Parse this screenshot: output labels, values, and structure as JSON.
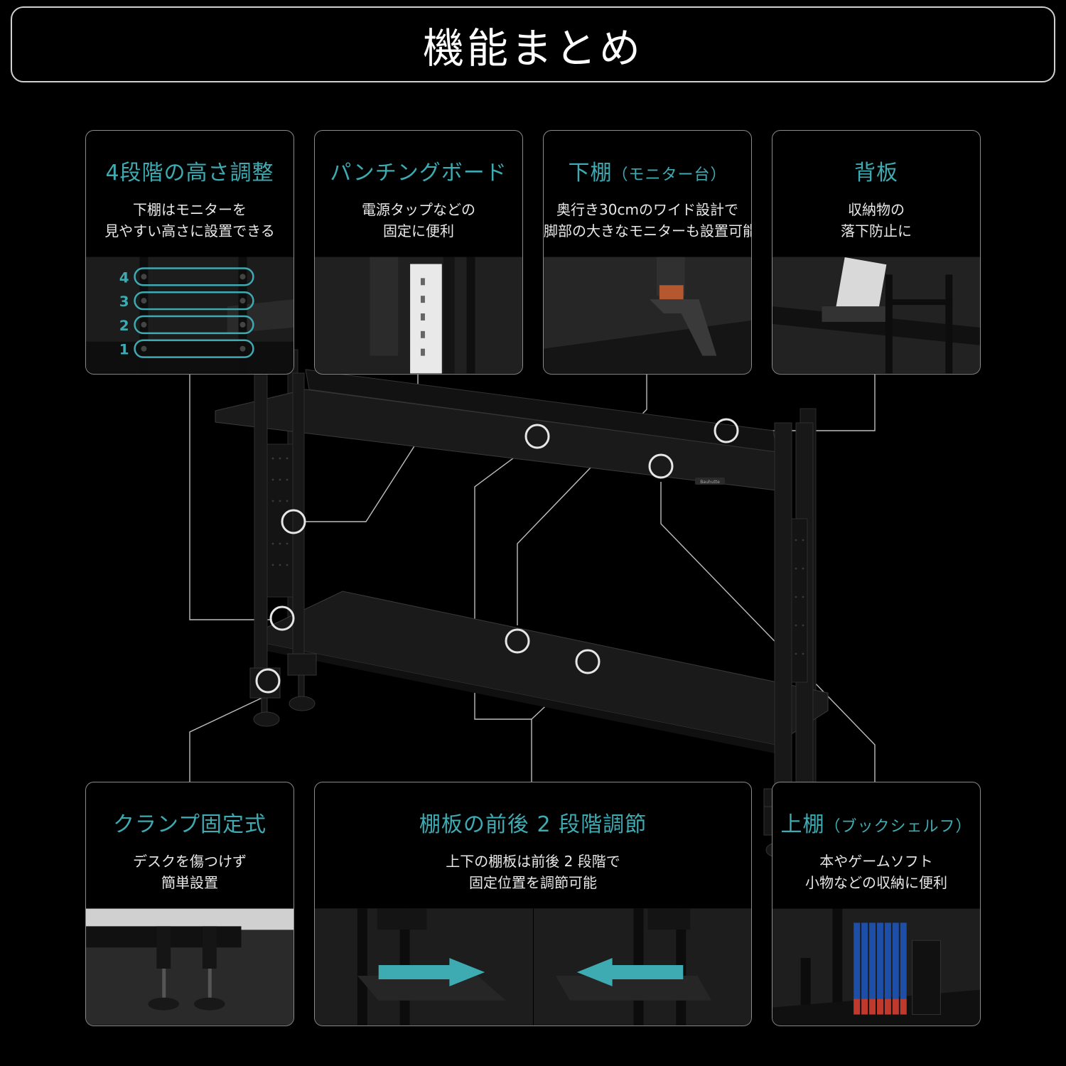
{
  "title": "機能まとめ",
  "top_cards": [
    {
      "title": "4段階の高さ調整",
      "line1": "下棚はモニターを",
      "line2": "見やすい高さに設置できる",
      "levels": [
        "4",
        "3",
        "2",
        "1"
      ]
    },
    {
      "title": "パンチングボード",
      "line1": "電源タップなどの",
      "line2": "固定に便利"
    },
    {
      "title": "下棚",
      "title_sub": "（モニター台）",
      "line1": "奥行き30cmのワイド設計で",
      "line2": "脚部の大きなモニターも設置可能"
    },
    {
      "title": "背板",
      "line1": "収納物の",
      "line2": "落下防止に"
    }
  ],
  "bottom_cards": [
    {
      "title": "クランプ固定式",
      "line1": "デスクを傷つけず",
      "line2": "簡単設置"
    },
    {
      "title": "棚板の前後 2 段階調節",
      "line1": "上下の棚板は前後 2 段階で",
      "line2": "固定位置を調節可能"
    },
    {
      "title": "上棚",
      "title_sub": "（ブックシェルフ）",
      "line1": "本やゲームソフト",
      "line2": "小物などの収納に便利"
    }
  ],
  "brand_logo": "Bauhutte",
  "colors": {
    "accent": "#3eaab2",
    "background": "#000000",
    "border": "#8a8a8a"
  }
}
